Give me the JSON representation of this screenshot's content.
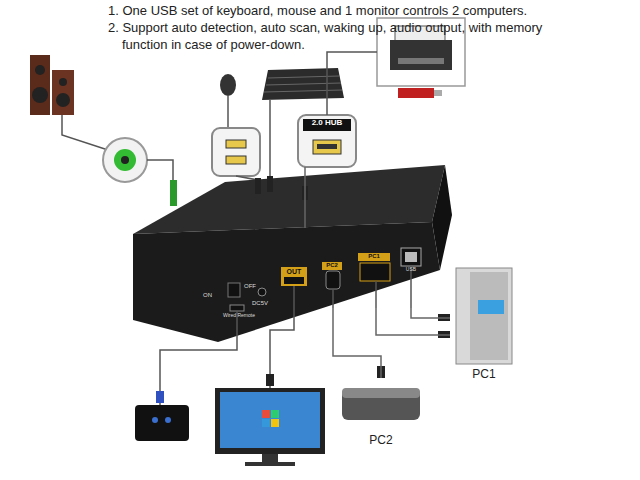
{
  "diagram": {
    "nodes": [
      {
        "text": [
          "ON",
          "OFF",
          "DC5V",
          "Wired Remote",
          "OUT",
          "PC2",
          "PC1",
          "USB"
        ]
      },
      {
        "text": [
          "2.0 HUB"
        ]
      },
      {
        "text": [
          "PC1"
        ]
      },
      {
        "text": [
          "PC2"
        ]
      }
    ],
    "edges": [
      {
        "from": 0,
        "to": 1,
        "arrow": "none"
      },
      {
        "from": 0,
        "to": 2,
        "arrow": "none"
      },
      {
        "from": 0,
        "to": 2,
        "arrow": "none"
      },
      {
        "from": 0,
        "to": 3,
        "arrow": "none"
      }
    ],
    "labels": [
      "1. One USB set of keyboard, mouse and 1 monitor controls 2 computers.",
      "2. Support auto detection, auto scan, waking up, audio output, with memory function in case of power-down."
    ]
  }
}
